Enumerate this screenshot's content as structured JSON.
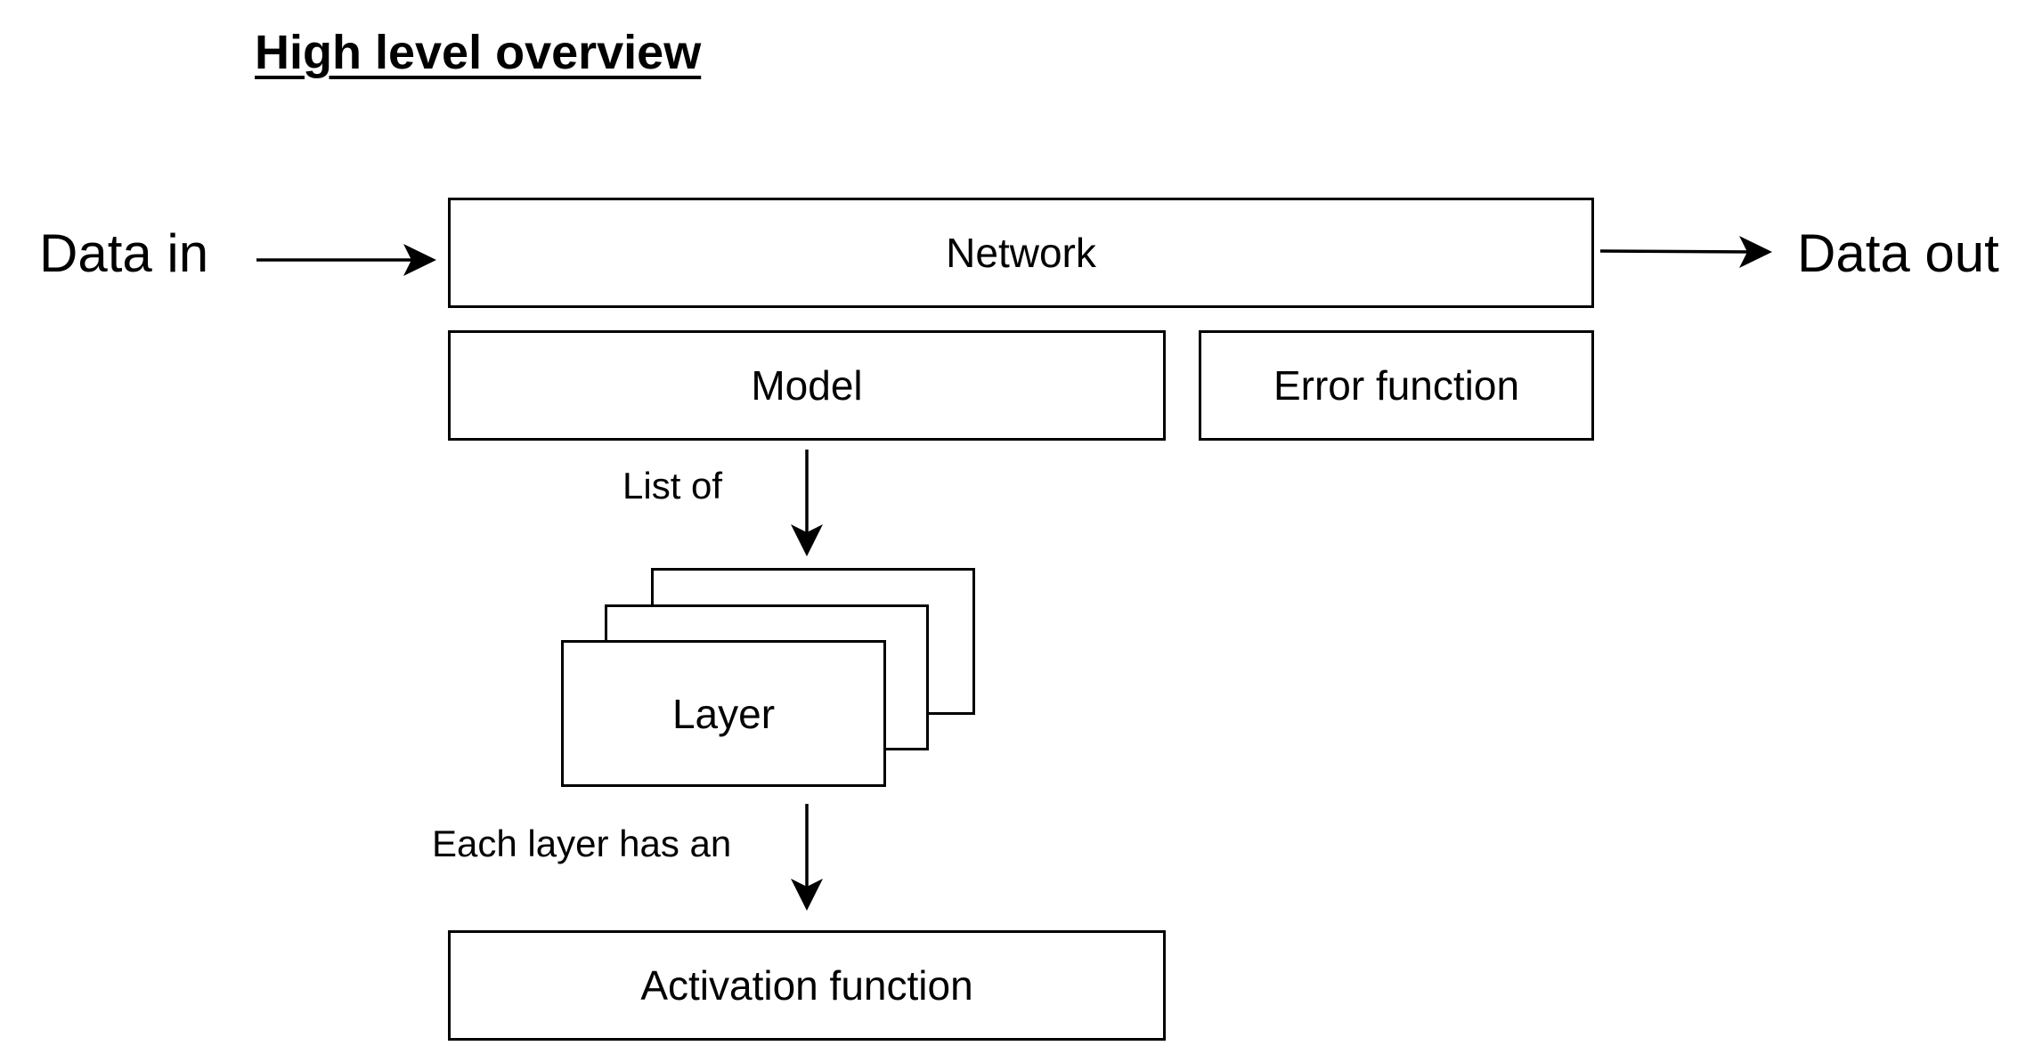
{
  "diagram": {
    "title": "High level overview",
    "data_in": "Data in",
    "data_out": "Data out",
    "network": "Network",
    "model": "Model",
    "error_function": "Error function",
    "list_of": "List of",
    "layer": "Layer",
    "each_layer_has_an": "Each layer has an",
    "activation_function": "Activation function"
  }
}
